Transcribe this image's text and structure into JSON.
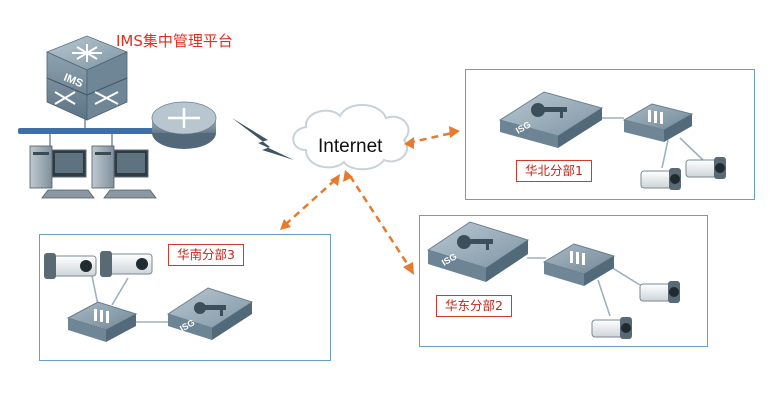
{
  "header": {
    "title": "IMS集中管理平台"
  },
  "cloud": {
    "label": "Internet"
  },
  "sites": {
    "huabei": {
      "label": "华北分部1"
    },
    "huadong": {
      "label": "华东分部2"
    },
    "huanan": {
      "label": "华南分部3"
    }
  },
  "device_labels": {
    "ims": "IMS",
    "isg": "ISG"
  },
  "colors": {
    "title_red": "#e0301e",
    "box_border": "#6a9fc4",
    "link_orange": "#e67a2e",
    "lightning": "#3f5566"
  }
}
